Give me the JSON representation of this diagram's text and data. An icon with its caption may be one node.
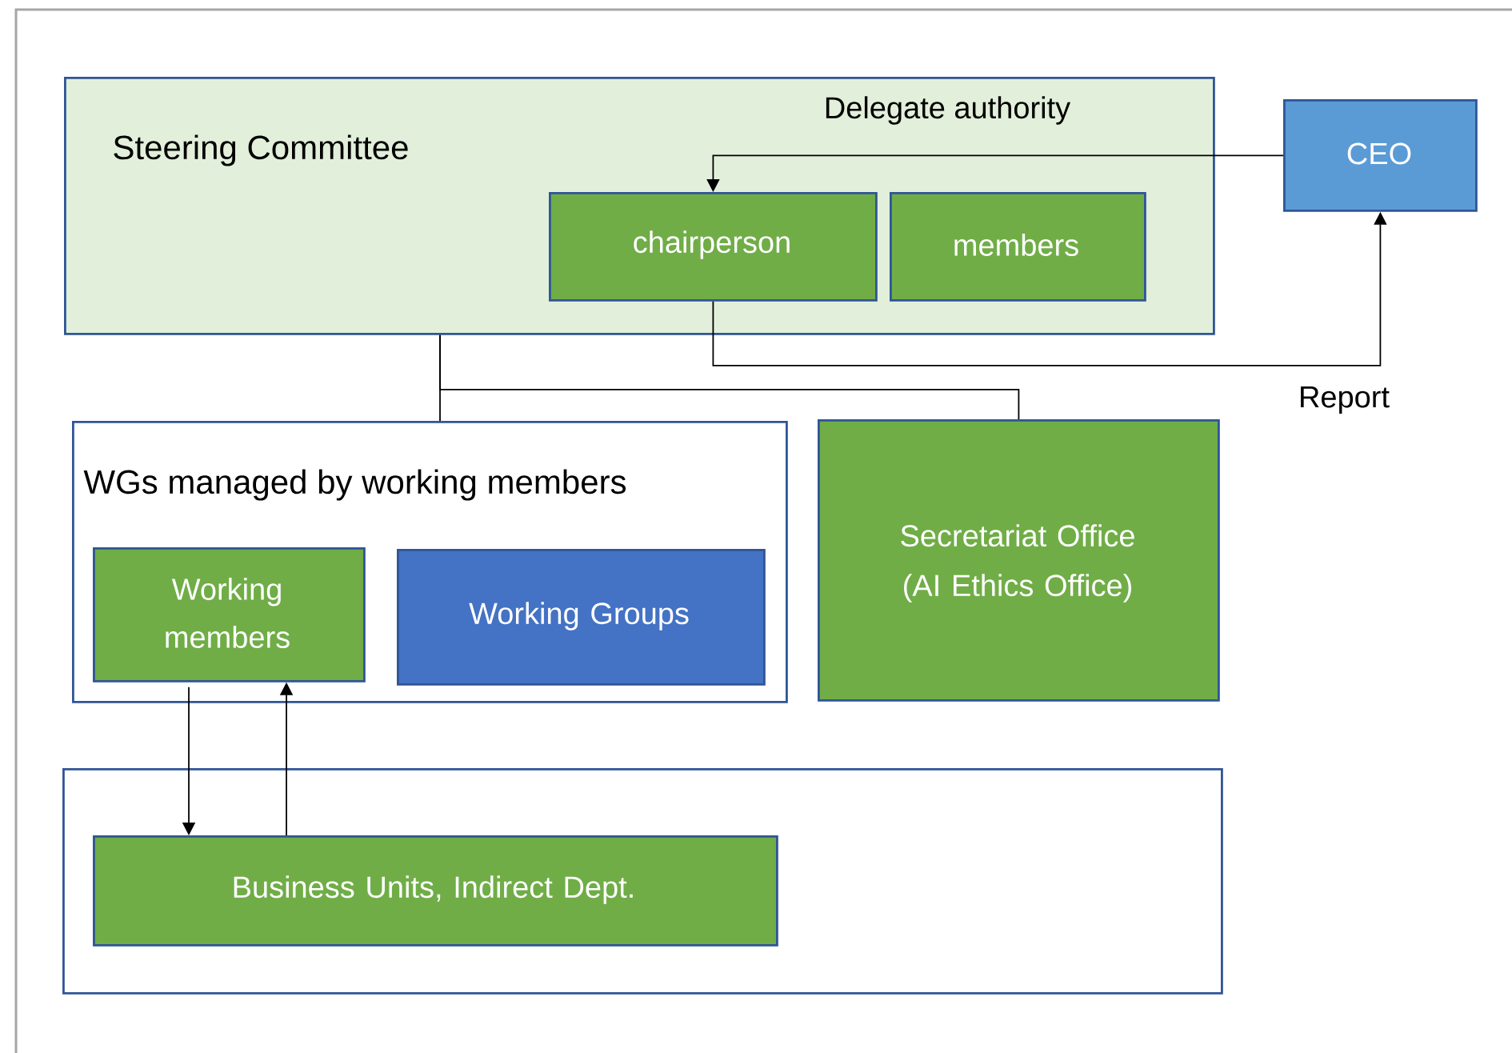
{
  "diagram": {
    "nodes": [
      {
        "text": [
          "Steering Committee"
        ]
      },
      {
        "text": [
          "chairperson"
        ],
        "in": 0
      },
      {
        "text": [
          "members"
        ],
        "in": 0
      },
      {
        "text": [
          "CEO"
        ]
      },
      {
        "text": [
          "WGs managed by working members"
        ]
      },
      {
        "text": [
          "Working members"
        ],
        "in": 4
      },
      {
        "text": [
          "Working Groups"
        ],
        "in": 4
      },
      {
        "text": [
          "Secretariat Office (AI Ethics Office)"
        ]
      },
      {
        "text": [],
        "shape": "box"
      },
      {
        "text": [
          "Business Units, Indirect Dept."
        ],
        "in": 8
      }
    ],
    "edges": [
      {
        "from": 3,
        "to": 1,
        "arrow": "to",
        "label": "Delegate authority"
      },
      {
        "from": 1,
        "to": 3,
        "arrow": "to",
        "label": "Report"
      },
      {
        "from": 0,
        "to": 4,
        "arrow": "none"
      },
      {
        "from": 0,
        "to": 7,
        "arrow": "none"
      },
      {
        "from": 5,
        "to": 9,
        "arrow": "to"
      },
      {
        "from": 9,
        "to": 5,
        "arrow": "to"
      }
    ]
  }
}
